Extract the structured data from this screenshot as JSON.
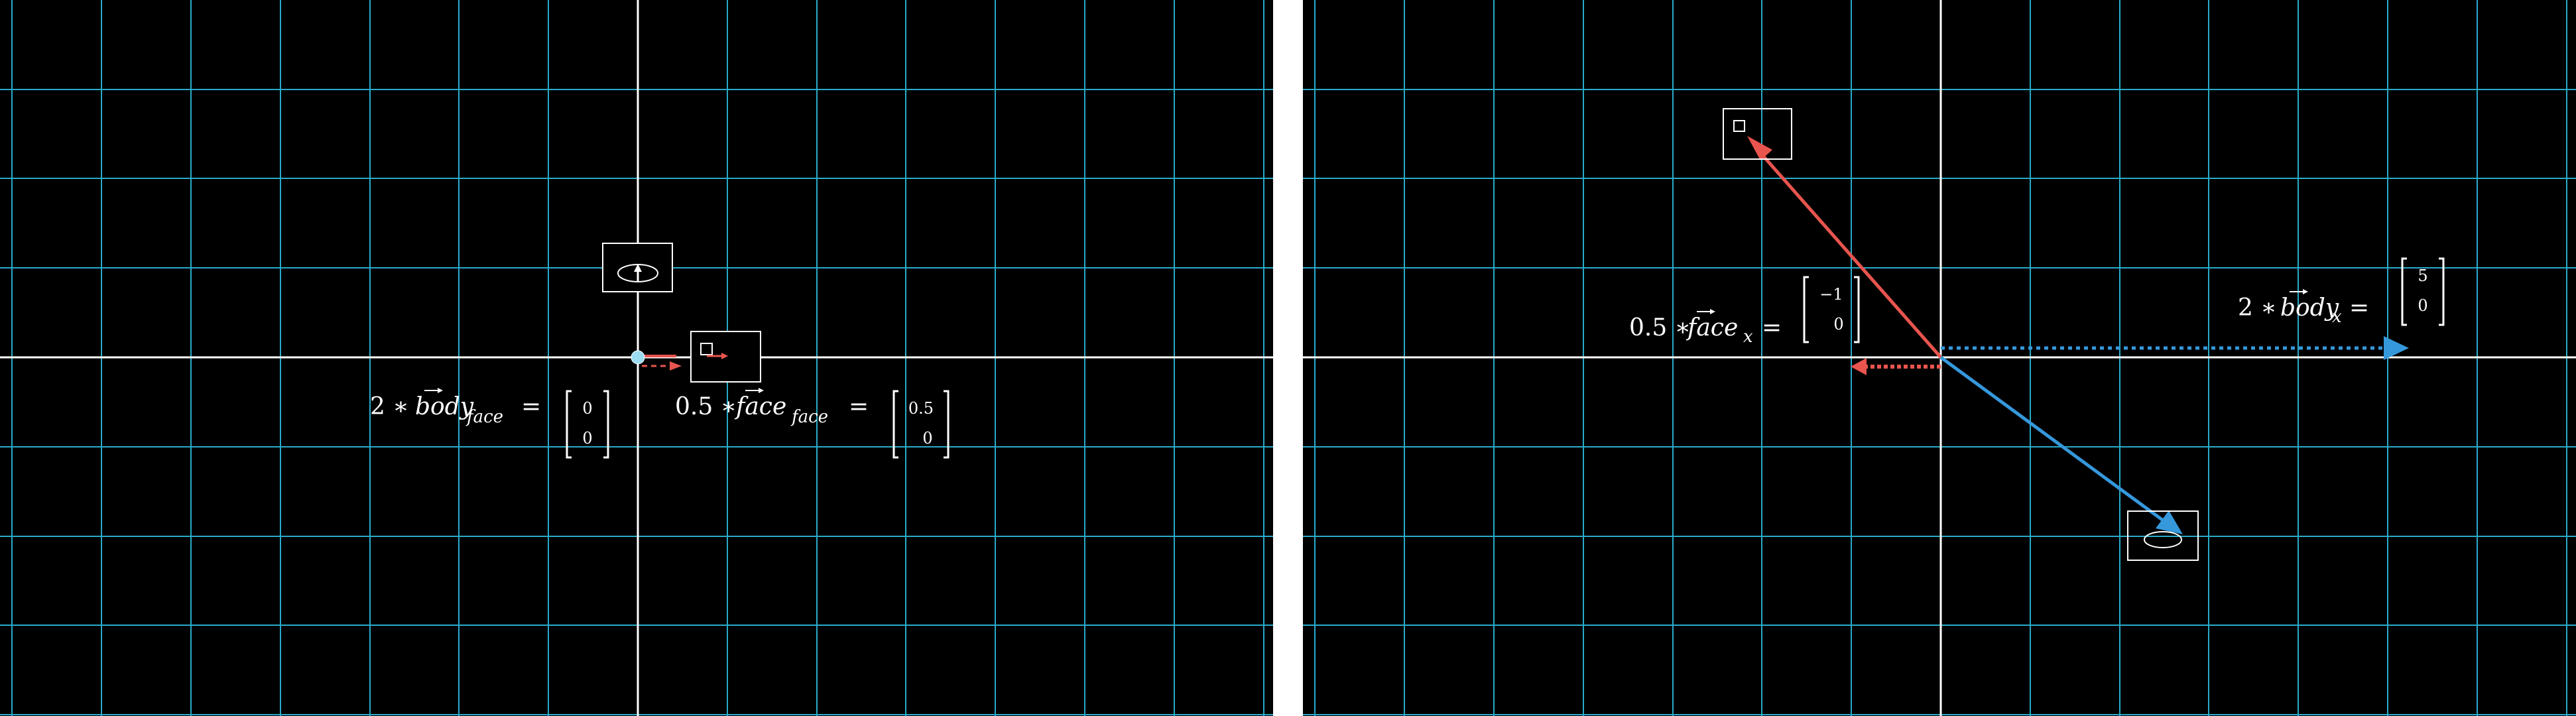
{
  "colors": {
    "background": "#000000",
    "separator": "#ffffff",
    "grid": "#29abca",
    "axis": "#ffffff",
    "face_vector": "#e8554e",
    "body_vector": "#3598db",
    "origin_dot": "#9cdcf0",
    "label_text": "#ffffff"
  },
  "left_panel": {
    "body_label": {
      "coef": "2 ∗ ",
      "base": "body",
      "sub": "face",
      "eq": "=",
      "matrix": [
        "0",
        "0"
      ]
    },
    "face_label": {
      "coef": "0.5 ∗ ",
      "base": "face",
      "sub": "face",
      "eq": "=",
      "matrix": [
        "0.5",
        "0"
      ]
    },
    "icons": [
      "ellipse-body-icon",
      "square-face-icon"
    ]
  },
  "right_panel": {
    "face_label": {
      "coef": "0.5 ∗ ",
      "base": "face",
      "sub": "x",
      "eq": "=",
      "matrix": [
        "−1",
        "0"
      ]
    },
    "body_label": {
      "coef": "2 ∗ ",
      "base": "body",
      "sub": "x",
      "eq": "=",
      "matrix": [
        "5",
        "0"
      ]
    },
    "icons": [
      "square-face-icon",
      "ellipse-body-icon"
    ]
  }
}
